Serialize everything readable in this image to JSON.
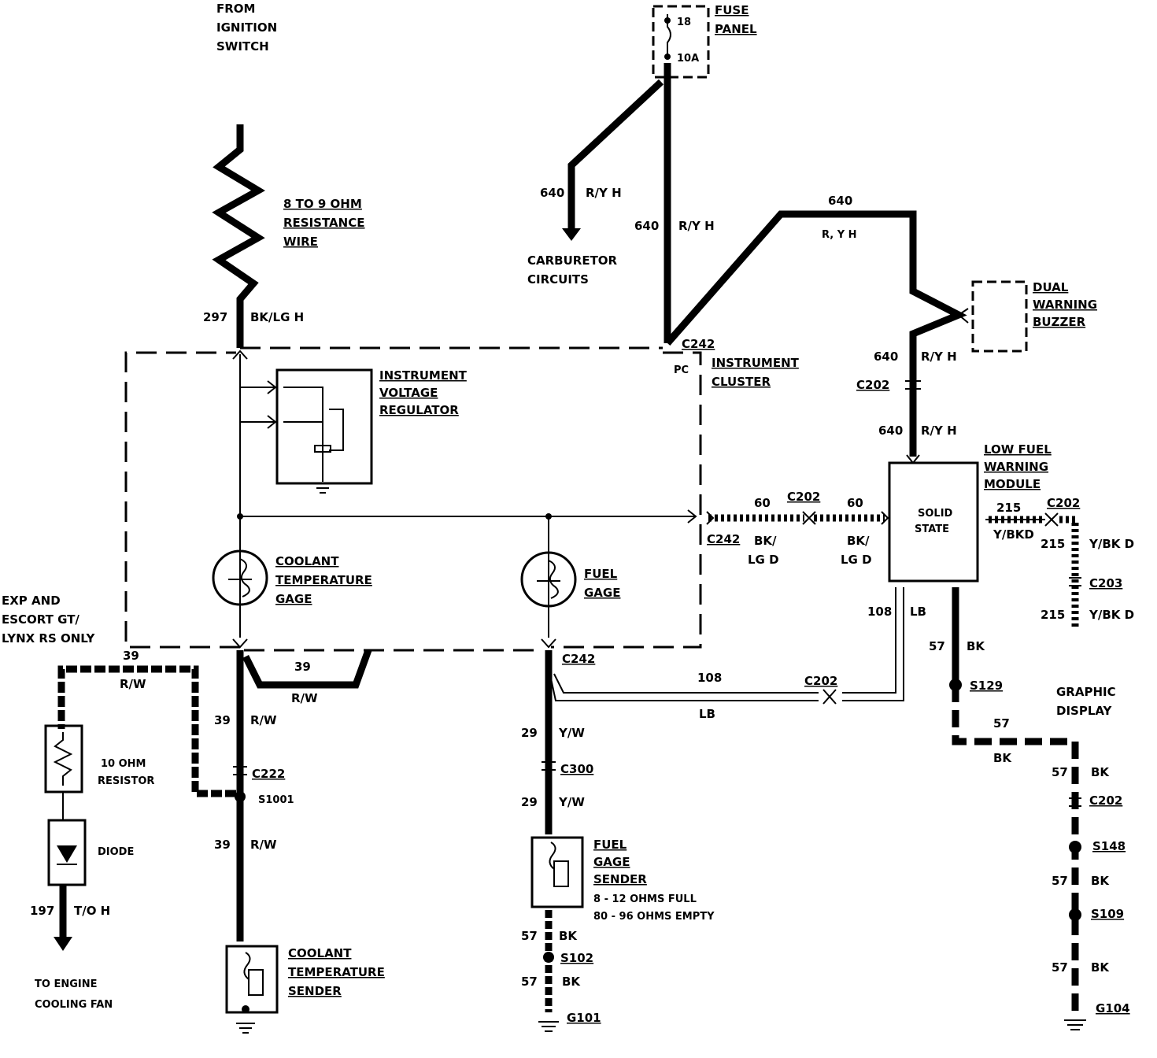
{
  "labels": {
    "from_ignition": [
      "FROM",
      "IGNITION",
      "SWITCH"
    ],
    "resistance_wire": [
      "8 TO 9 OHM",
      "RESISTANCE",
      "WIRE"
    ],
    "fuse_panel": [
      "FUSE",
      "PANEL"
    ],
    "fuse_num": "18",
    "fuse_amp": "10A",
    "carb_circuits": [
      "CARBURETOR",
      "CIRCUITS"
    ],
    "dual_buzzer": [
      "DUAL",
      "WARNING",
      "BUZZER"
    ],
    "instrument_cluster": [
      "INSTRUMENT",
      "CLUSTER"
    ],
    "voltage_regulator": [
      "INSTRUMENT",
      "VOLTAGE",
      "REGULATOR"
    ],
    "low_fuel_module": [
      "LOW FUEL",
      "WARNING",
      "MODULE"
    ],
    "solid_state": [
      "SOLID",
      "STATE"
    ],
    "coolant_gage": [
      "COOLANT",
      "TEMPERATURE",
      "GAGE"
    ],
    "fuel_gage": [
      "FUEL",
      "GAGE"
    ],
    "exp_note": [
      "EXP AND",
      "ESCORT GT/",
      "LYNX RS ONLY"
    ],
    "resistor": [
      "10 OHM",
      "RESISTOR"
    ],
    "diode": "DIODE",
    "to_fan": [
      "TO ENGINE",
      "COOLING FAN"
    ],
    "coolant_sender": [
      "COOLANT",
      "TEMPERATURE",
      "SENDER"
    ],
    "fuel_sender": [
      "FUEL",
      "GAGE",
      "SENDER"
    ],
    "fuel_sender_spec": [
      "8 - 12 OHMS FULL",
      "80 - 96 OHMS EMPTY"
    ],
    "graphic_display": [
      "GRAPHIC",
      "DISPLAY"
    ],
    "pc": "PC"
  },
  "wires": {
    "w297": "297",
    "bklg_h": "BK/LG H",
    "w640": "640",
    "ry_h": "R/Y H",
    "r_garbled": "R, Y H",
    "w60": "60",
    "bk": "BK/",
    "lg_d": "LG D",
    "w215": "215",
    "ybk_d": "Y/BK D",
    "ybkd": "Y/BKD",
    "w39": "39",
    "rw": "R/W",
    "w108": "108",
    "lb": "LB",
    "w57": "57",
    "bk_only": "BK",
    "w29": "29",
    "yw": "Y/W",
    "w197": "197",
    "to_h": "T/O H"
  },
  "connectors": {
    "c242": "C242",
    "c202": "C202",
    "c202b": "C202",
    "c203": "C203",
    "c222": "C222",
    "c300": "C300",
    "s1001": "S1001",
    "s102": "S102",
    "s129": "S129",
    "s148": "S148",
    "s109": "S109",
    "g101": "G101",
    "g104": "G104"
  }
}
